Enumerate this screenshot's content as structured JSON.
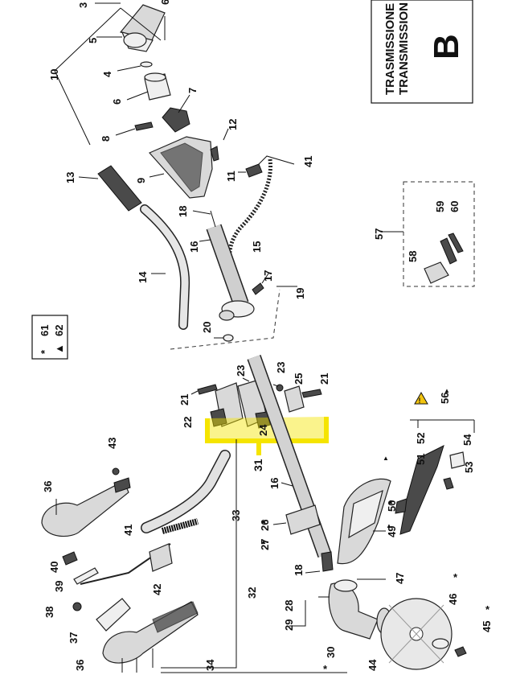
{
  "title_lines": [
    "TRASMISSIONE",
    "TRANSMISSION"
  ],
  "section_letter": "B",
  "legend": [
    {
      "symbol": "*",
      "value": "61"
    },
    {
      "symbol": "▲",
      "value": "62"
    }
  ],
  "labels": {
    "p3": "3",
    "p5": "5",
    "p4": "4",
    "p6": "6",
    "p7": "7",
    "p8": "8",
    "p10": "10",
    "p9": "9",
    "p11": "11",
    "p12": "12",
    "p13": "13",
    "p14": "14",
    "p15": "15",
    "p16a": "16",
    "p16b": "16",
    "p17": "17",
    "p18a": "18",
    "p18b": "18",
    "p19": "19",
    "p20": "20",
    "p21a": "21",
    "p21b": "21",
    "p22": "22",
    "p23a": "23",
    "p23b": "23",
    "p24": "24",
    "p25": "25",
    "p26": "26",
    "p27": "27",
    "p28": "28",
    "p29": "29",
    "p30": "30",
    "p31": "31",
    "p32": "32",
    "p33": "33",
    "p34": "34",
    "p36a": "36",
    "p36b": "36",
    "p37": "37",
    "p38": "38",
    "p39": "39",
    "p40": "40",
    "p41a": "41",
    "p41b": "41",
    "p42": "42",
    "p43": "43",
    "p44": "44",
    "p45": "45",
    "p46": "46",
    "p47": "47",
    "p49": "49",
    "p50": "50",
    "p51": "51",
    "p52": "52",
    "p53": "53",
    "p54": "54",
    "p56": "56",
    "p57": "57",
    "p58": "58",
    "p59": "59",
    "p60": "60"
  },
  "marks": {
    "star": "*",
    "triangle": "▲"
  },
  "colors": {
    "highlight": "#f5e400",
    "warning": "#f2c40f",
    "line": "#111111"
  }
}
